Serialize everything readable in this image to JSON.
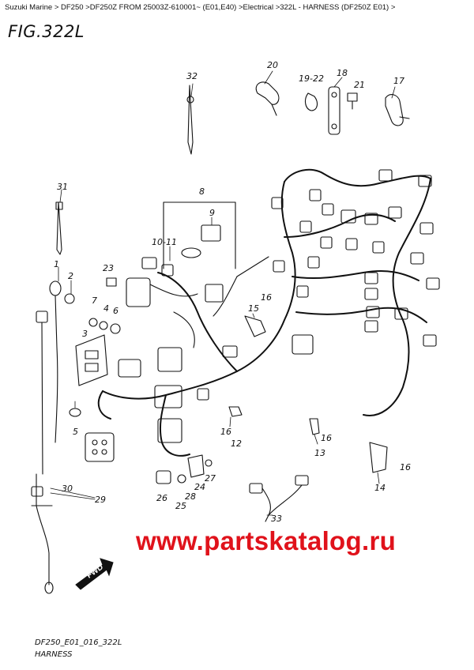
{
  "breadcrumb": "Suzuki Marine > DF250 >DF250Z FROM 25003Z-610001~ (E01,E40) >Electrical >322L - HARNESS (DF250Z E01) >",
  "figure": {
    "title": "FIG.322L",
    "code": "DF250_E01_016_322L",
    "subtitle": "HARNESS"
  },
  "watermark": "www.partskatalog.ru",
  "fwd_label": "FWD",
  "callouts": {
    "p1": "1",
    "p2": "2",
    "p3": "3",
    "p4": "4",
    "p5": "5",
    "p6": "6",
    "p7": "7",
    "p8": "8",
    "p9": "9",
    "p10_11": "10-11",
    "p12": "12",
    "p13": "13",
    "p14": "14",
    "p15": "15",
    "p16a": "16",
    "p16b": "16",
    "p16c": "16",
    "p16d": "16",
    "p17": "17",
    "p18": "18",
    "p19_22": "19-22",
    "p20": "20",
    "p21": "21",
    "p23": "23",
    "p24": "24",
    "p25": "25",
    "p26": "26",
    "p27": "27",
    "p28": "28",
    "p29": "29",
    "p30": "30",
    "p31": "31",
    "p32": "32",
    "p33": "33"
  },
  "colors": {
    "watermark": "#e0121b",
    "ink": "#111111"
  }
}
